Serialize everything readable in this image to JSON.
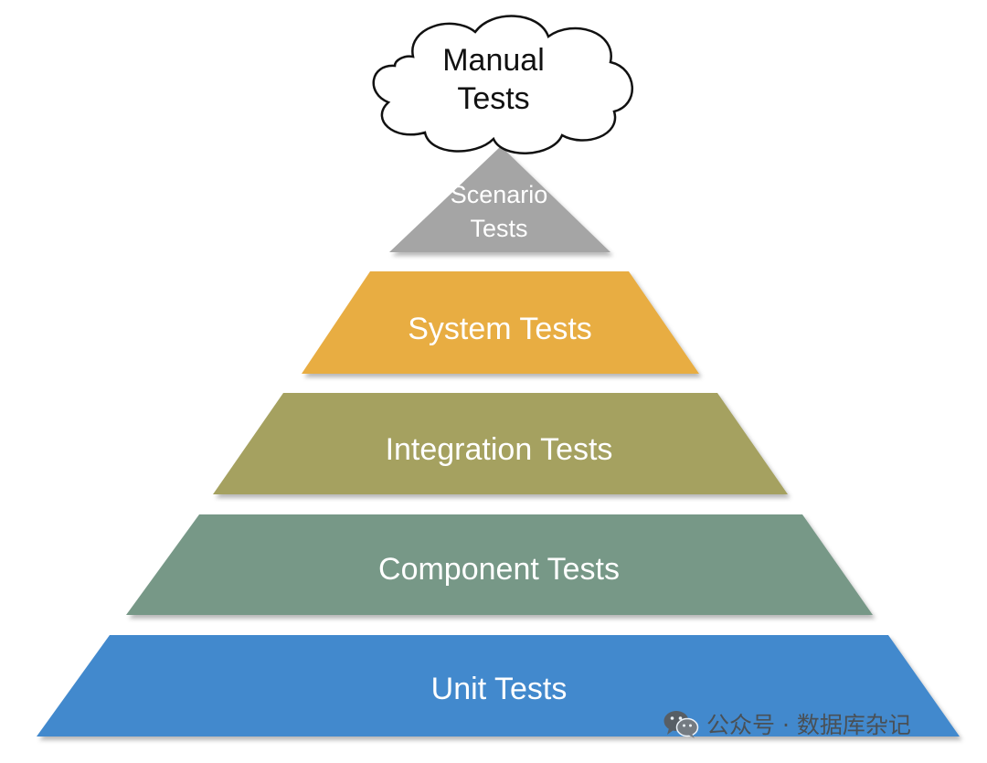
{
  "diagram": {
    "cloud": {
      "line1": "Manual",
      "line2": "Tests"
    },
    "layers": [
      {
        "id": "scenario",
        "line1": "Scenario",
        "line2": "Tests",
        "color": "#a5a5a5"
      },
      {
        "id": "system",
        "label": "System Tests",
        "color": "#e8ad43"
      },
      {
        "id": "integration",
        "label": "Integration Tests",
        "color": "#a5a160"
      },
      {
        "id": "component",
        "label": "Component Tests",
        "color": "#779887"
      },
      {
        "id": "unit",
        "label": "Unit Tests",
        "color": "#4289cd"
      }
    ]
  },
  "watermark": {
    "icon": "wechat-icon",
    "text": "公众号 · 数据库杂记"
  }
}
